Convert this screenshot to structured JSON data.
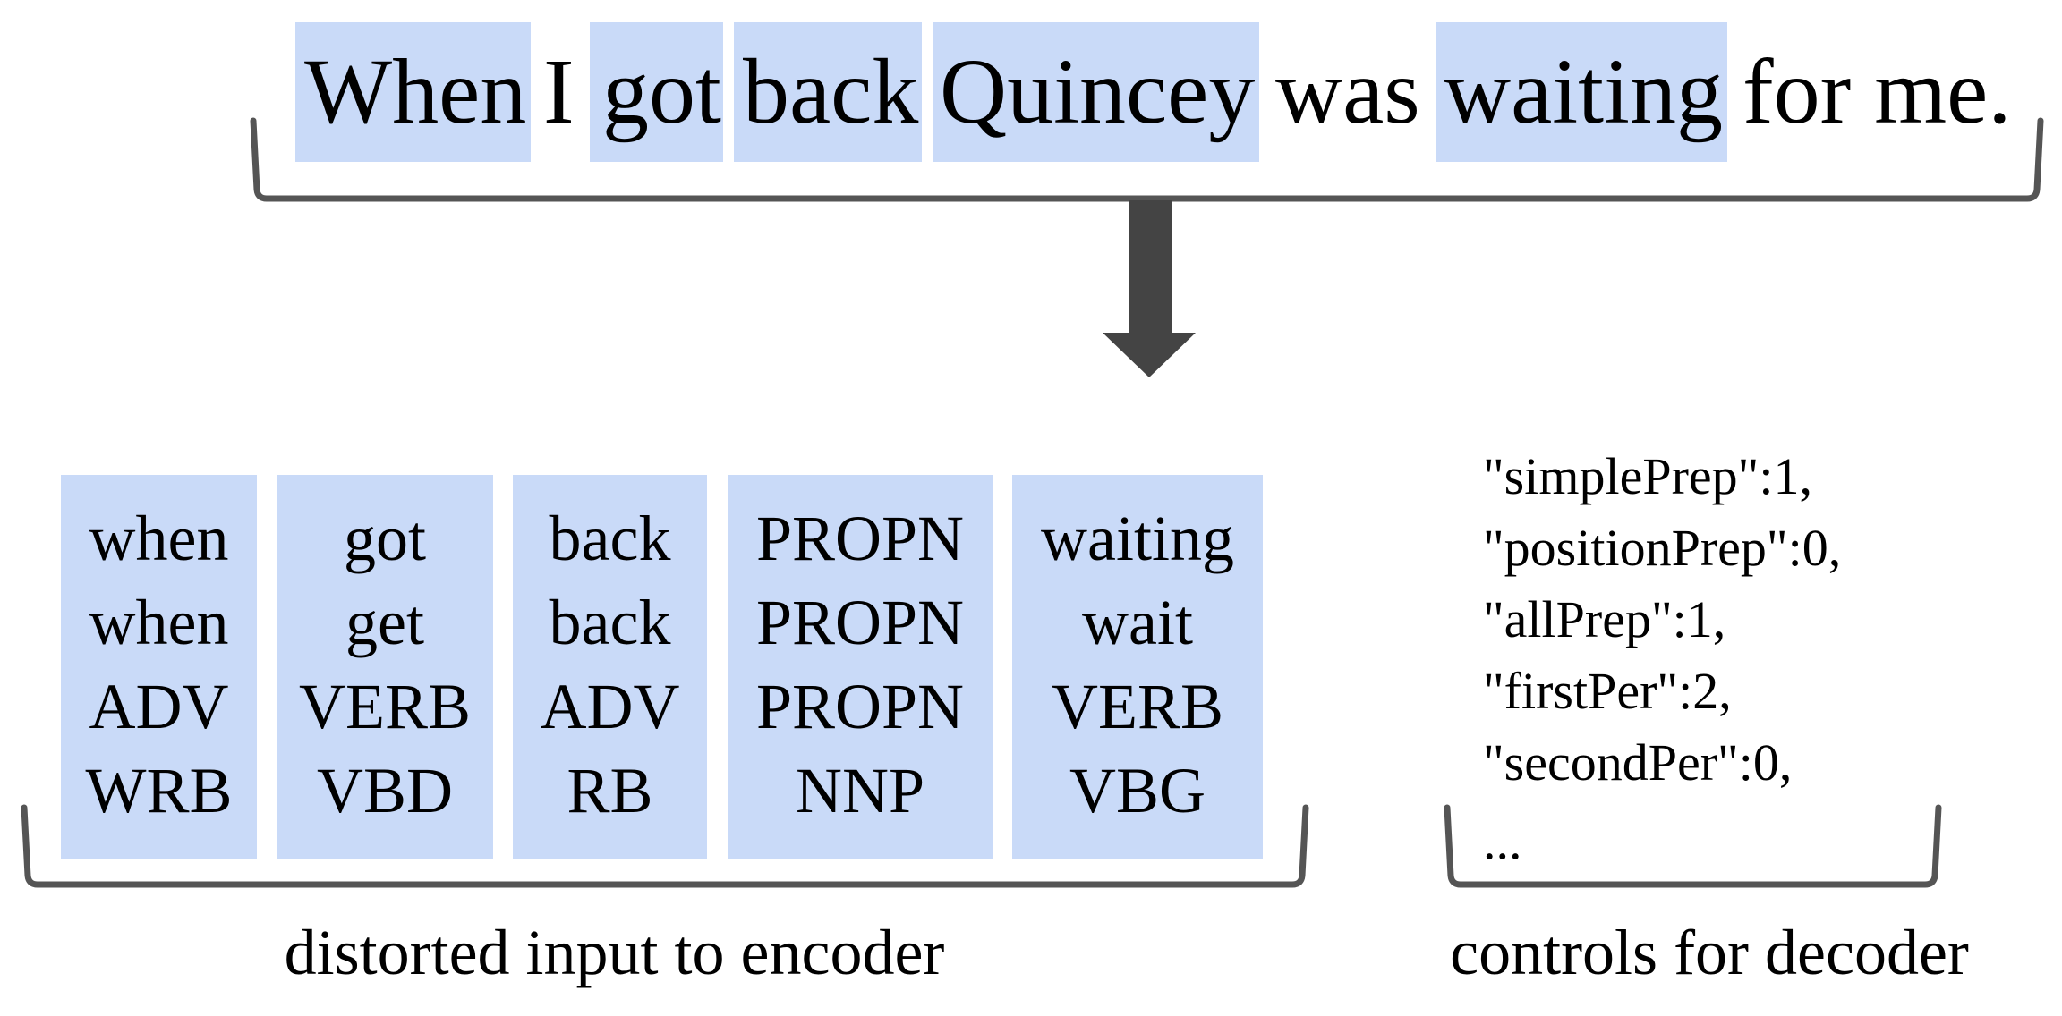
{
  "sentence": {
    "tokens": [
      {
        "text": "When",
        "highlighted": true
      },
      {
        "text": "I",
        "highlighted": false
      },
      {
        "text": "got",
        "highlighted": true
      },
      {
        "text": "back",
        "highlighted": true
      },
      {
        "text": "Quincey",
        "highlighted": true
      },
      {
        "text": "was",
        "highlighted": false
      },
      {
        "text": "waiting",
        "highlighted": true
      },
      {
        "text": "for me.",
        "highlighted": false
      }
    ]
  },
  "columns": [
    {
      "rows": [
        "when",
        "when",
        "ADV",
        "WRB"
      ]
    },
    {
      "rows": [
        "got",
        "get",
        "VERB",
        "VBD"
      ]
    },
    {
      "rows": [
        "back",
        "back",
        "ADV",
        "RB"
      ]
    },
    {
      "rows": [
        "PROPN",
        "PROPN",
        "PROPN",
        "NNP"
      ]
    },
    {
      "rows": [
        "waiting",
        "wait",
        "VERB",
        "VBG"
      ]
    }
  ],
  "controls": {
    "lines": [
      "\"simplePrep\":1,",
      "\"positionPrep\":0,",
      "\"allPrep\":1,",
      "\"firstPer\":2,",
      "\"secondPer\":0,",
      "..."
    ]
  },
  "captions": {
    "encoder": "distorted input to encoder",
    "decoder": "controls for decoder"
  },
  "colors": {
    "highlight": "#c9daf8",
    "bracket": "#555555",
    "arrow": "#444444"
  }
}
